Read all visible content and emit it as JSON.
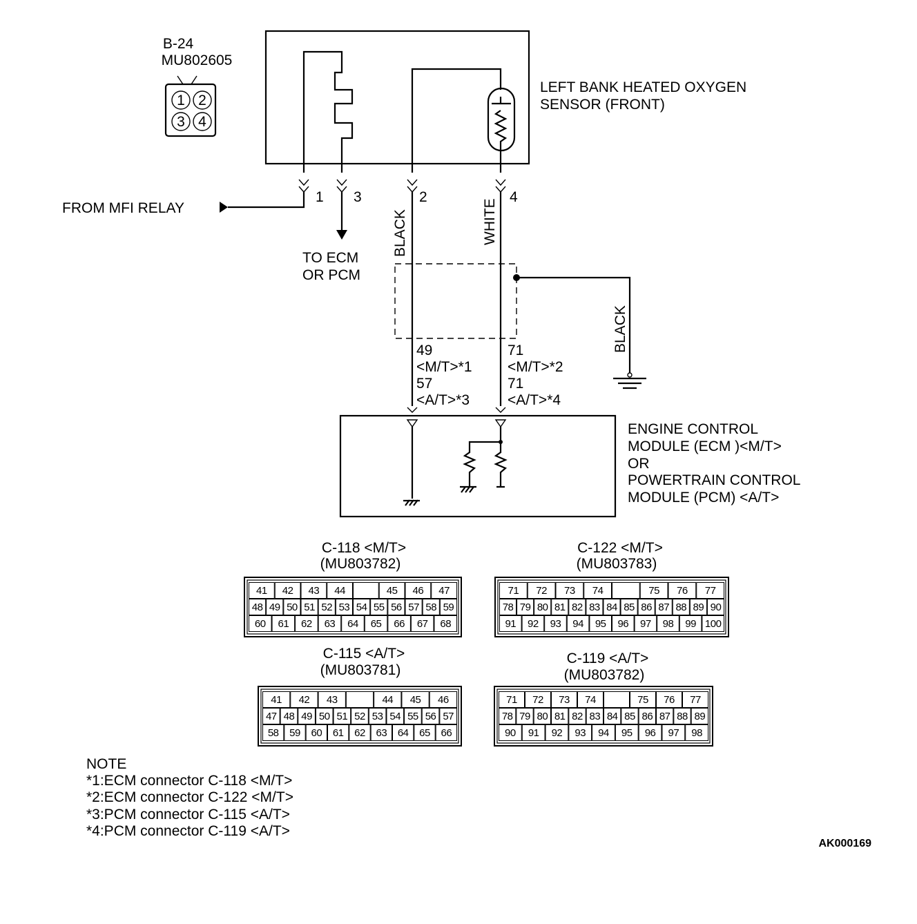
{
  "sensor_connector": {
    "id": "B-24",
    "part": "MU802605",
    "pins": [
      "1",
      "2",
      "3",
      "4"
    ]
  },
  "sensor_label": [
    "LEFT BANK HEATED OXYGEN",
    "SENSOR (FRONT)"
  ],
  "from_relay": "FROM MFI RELAY",
  "to_ecm": [
    "TO ECM",
    "OR PCM"
  ],
  "terminals": [
    "1",
    "3",
    "2",
    "4"
  ],
  "wire_colors": {
    "pin2": "BLACK",
    "pin4": "WHITE",
    "ground": "BLACK"
  },
  "ecm_pins_left": [
    "49",
    "<M/T>*1",
    "57",
    "<A/T>*3"
  ],
  "ecm_pins_right": [
    "71",
    "<M/T>*2",
    "71",
    "<A/T>*4"
  ],
  "ecm_label": [
    "ENGINE CONTROL",
    "MODULE (ECM )<M/T>",
    "OR",
    "POWERTRAIN CONTROL",
    "MODULE (PCM) <A/T>"
  ],
  "connectors": [
    {
      "title": "C-118 <M/T>",
      "part": "(MU803782)",
      "rows": [
        [
          "41",
          "42",
          "43",
          "44",
          "",
          "45",
          "46",
          "47"
        ],
        [
          "48",
          "49",
          "50",
          "51",
          "52",
          "53",
          "54",
          "55",
          "56",
          "57",
          "58",
          "59"
        ],
        [
          "60",
          "61",
          "62",
          "63",
          "64",
          "65",
          "66",
          "67",
          "68"
        ]
      ]
    },
    {
      "title": "C-122 <M/T>",
      "part": "(MU803783)",
      "rows": [
        [
          "71",
          "72",
          "73",
          "74",
          "",
          "75",
          "76",
          "77"
        ],
        [
          "78",
          "79",
          "80",
          "81",
          "82",
          "83",
          "84",
          "85",
          "86",
          "87",
          "88",
          "89",
          "90"
        ],
        [
          "91",
          "92",
          "93",
          "94",
          "95",
          "96",
          "97",
          "98",
          "99",
          "100"
        ]
      ]
    },
    {
      "title": "C-115 <A/T>",
      "part": "(MU803781)",
      "rows": [
        [
          "41",
          "42",
          "43",
          "",
          "44",
          "45",
          "46"
        ],
        [
          "47",
          "48",
          "49",
          "50",
          "51",
          "52",
          "53",
          "54",
          "55",
          "56",
          "57"
        ],
        [
          "58",
          "59",
          "60",
          "61",
          "62",
          "63",
          "64",
          "65",
          "66"
        ]
      ]
    },
    {
      "title": "C-119 <A/T>",
      "part": "(MU803782)",
      "rows": [
        [
          "71",
          "72",
          "73",
          "74",
          "",
          "75",
          "76",
          "77"
        ],
        [
          "78",
          "79",
          "80",
          "81",
          "82",
          "83",
          "84",
          "85",
          "86",
          "87",
          "88",
          "89"
        ],
        [
          "90",
          "91",
          "92",
          "93",
          "94",
          "95",
          "96",
          "97",
          "98"
        ]
      ]
    }
  ],
  "note": {
    "heading": "NOTE",
    "lines": [
      "*1:ECM connector C-118 <M/T>",
      "*2:ECM connector C-122 <M/T>",
      "*3:PCM connector C-115 <A/T>",
      "*4:PCM connector C-119 <A/T>"
    ]
  },
  "figure_code": "AK000169"
}
